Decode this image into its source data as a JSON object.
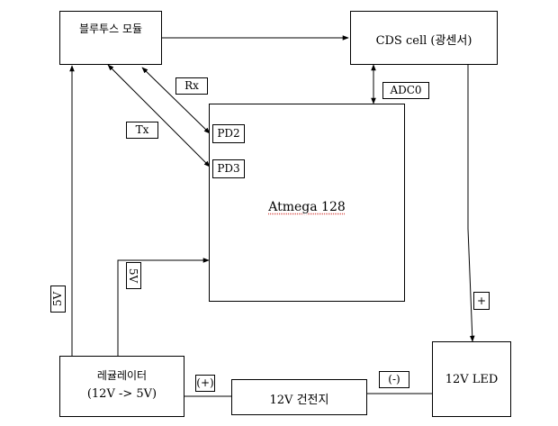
{
  "nodes": {
    "bluetooth": "블루투스 모듈",
    "cds": "CDS cell (광센서)",
    "atmega": "Atmega 128",
    "regulator_line1": "레귤레이터",
    "regulator_line2": "(12V -> 5V)",
    "battery": "12V 건전지",
    "led": "12V LED"
  },
  "labels": {
    "rx": "Rx",
    "tx": "Tx",
    "pd2": "PD2",
    "pd3": "PD3",
    "adc0": "ADC0",
    "v5_left": "5V",
    "v5_mid": "5V",
    "plus_led": "+",
    "plus_battery": "(+)",
    "minus_battery": "(-)"
  },
  "colors": {
    "stroke": "#000000",
    "background": "#ffffff"
  }
}
